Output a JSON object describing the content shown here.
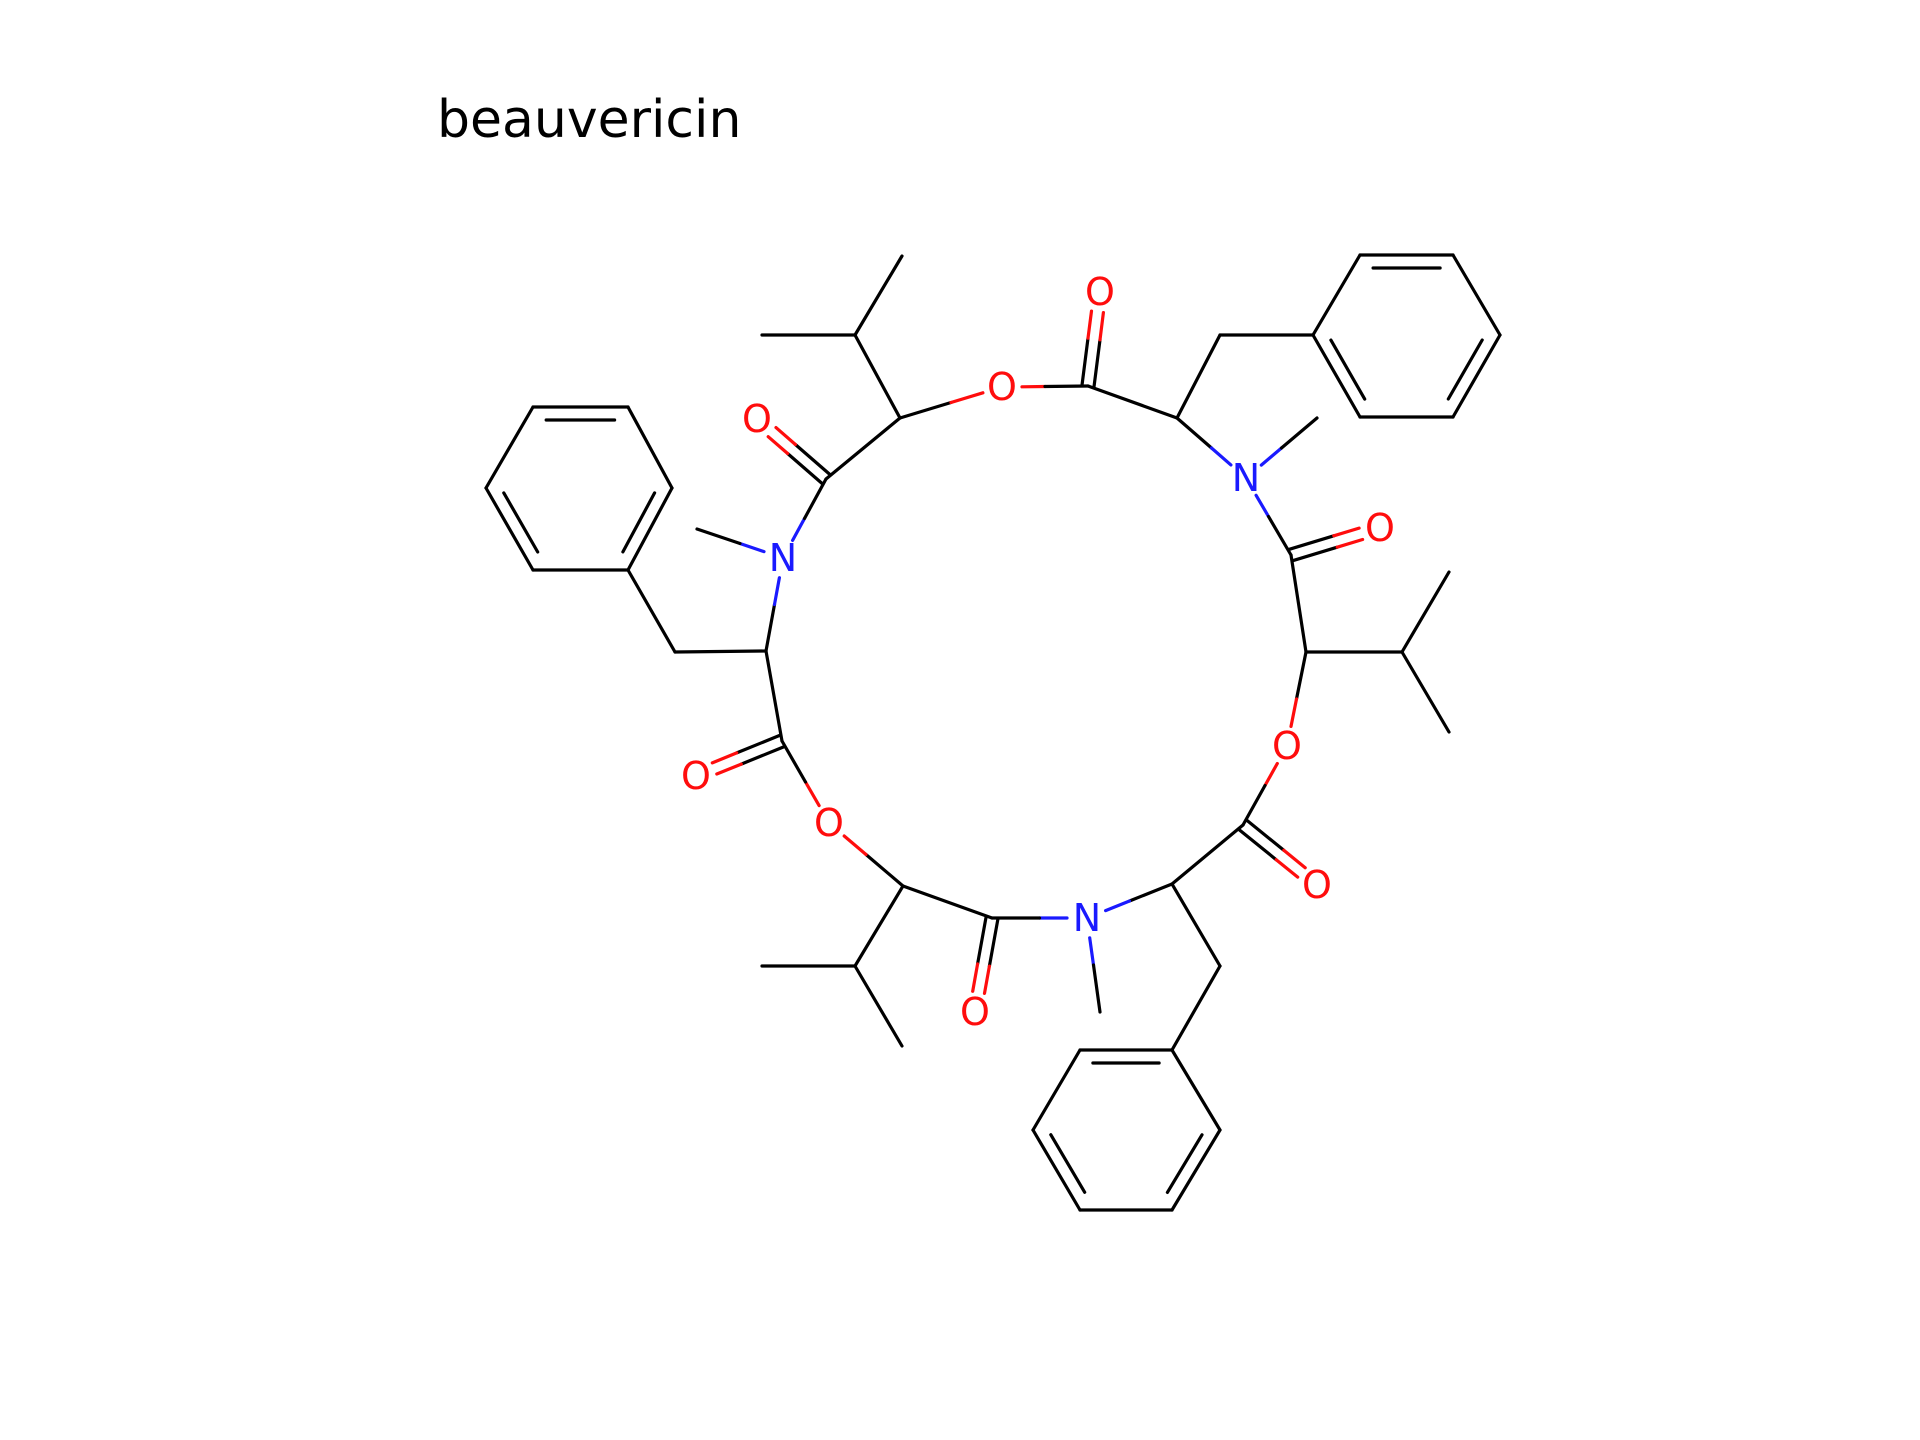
{
  "title": "beauvericin",
  "colors": {
    "carbon_bond": "#000000",
    "oxygen": "#ff0d0d",
    "nitrogen": "#1a1aff",
    "background": "#ffffff"
  },
  "atoms": {
    "oxygen_symbol": "O",
    "nitrogen_symbol": "N"
  }
}
